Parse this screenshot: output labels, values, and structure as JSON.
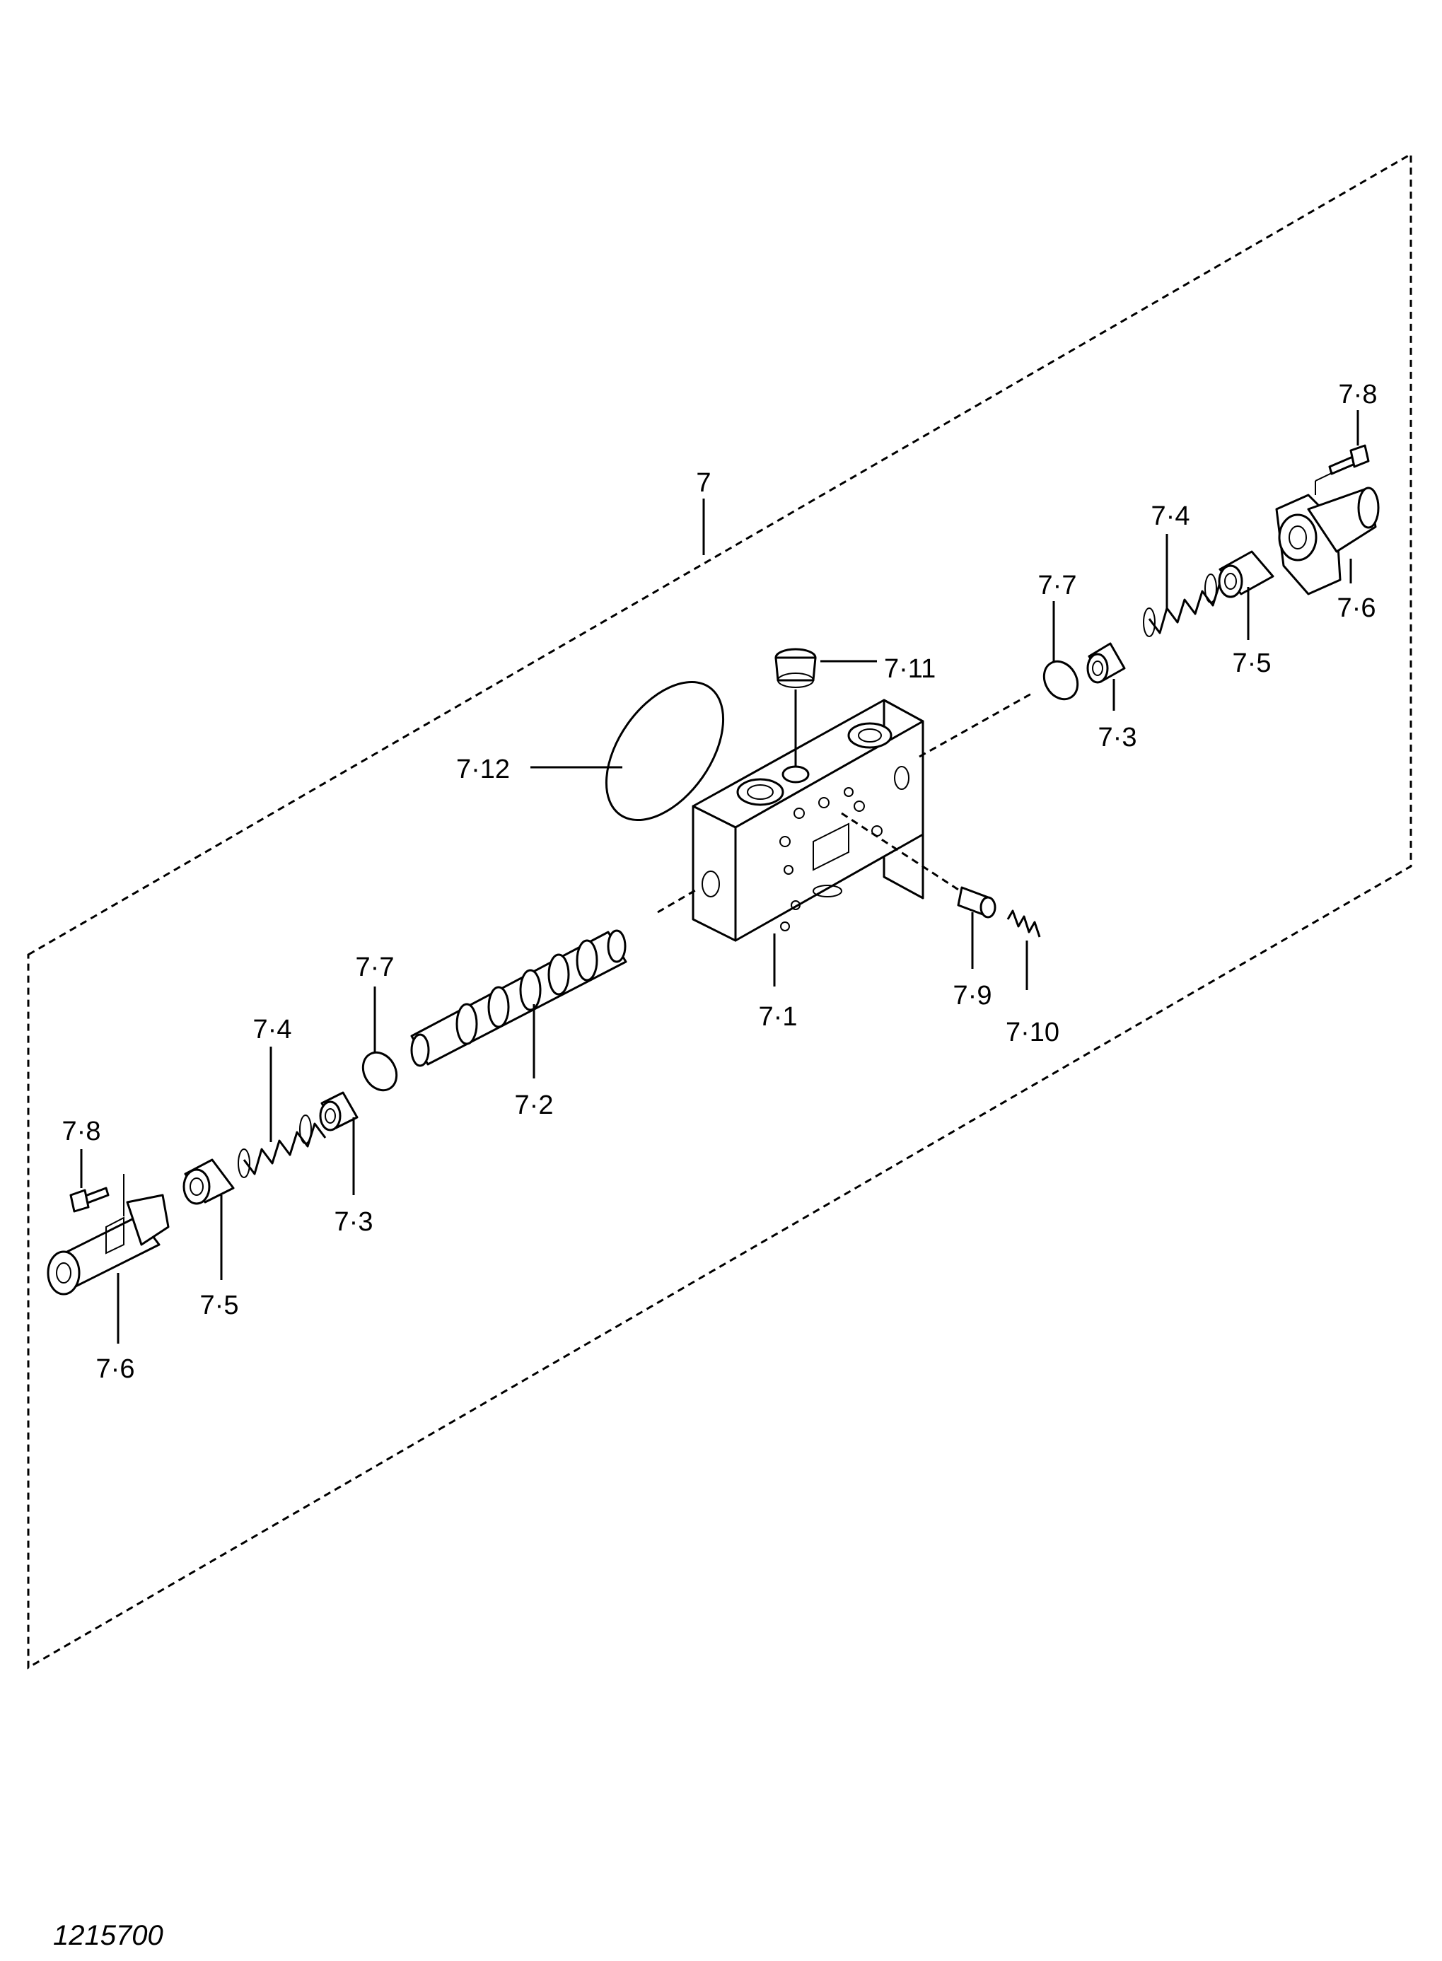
{
  "labels": {
    "assembly": "7",
    "body": "7·1",
    "spool": "7·2",
    "seat_right": "7·3",
    "seat_left": "7·3",
    "spring_right": "7·4",
    "spring_left": "7·4",
    "retainer_right": "7·5",
    "retainer_left": "7·5",
    "cap_right": "7·6",
    "cap_left": "7·6",
    "oring_right": "7·7",
    "oring_left": "7·7",
    "bolt_right": "7·8",
    "bolt_left": "7·8",
    "poppet": "7·9",
    "small_spring": "7·10",
    "plug": "7·11",
    "large_oring": "7·12"
  },
  "drawing_number": "1215700"
}
